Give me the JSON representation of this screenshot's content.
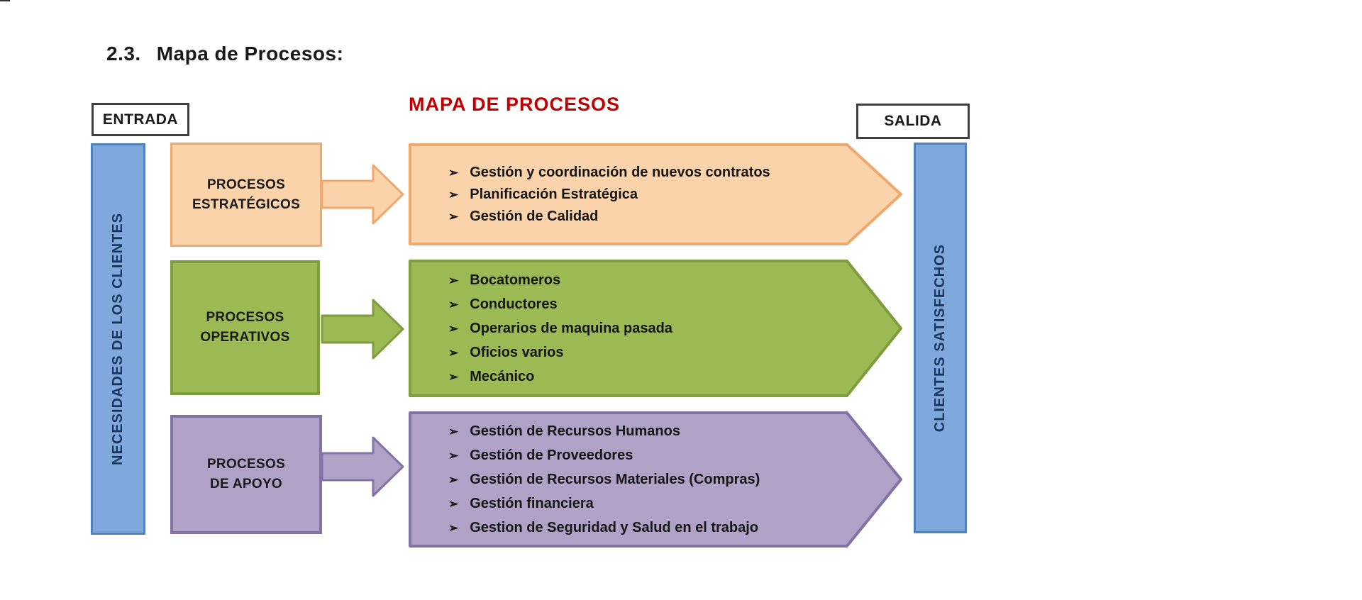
{
  "page": {
    "section_title": {
      "number": "2.3.",
      "text": "Mapa de Procesos:"
    },
    "diagram_title": "MAPA DE PROCESOS"
  },
  "io": {
    "entrada": "ENTRADA",
    "salida": "SALIDA"
  },
  "bars": {
    "left": "NECESIDADES DE LOS CLIENTES",
    "right": "CLIENTES SATISFECHOS"
  },
  "bullet": "➢",
  "rows": [
    {
      "title": "PROCESOS\nESTRATÉGICOS",
      "items": [
        "Gestión y coordinación de nuevos contratos",
        "Planificación Estratégica",
        "Gestión de Calidad"
      ]
    },
    {
      "title": "PROCESOS\nOPERATIVOS",
      "items": [
        "Bocatomeros",
        "Conductores",
        "Operarios de maquina pasada",
        "Oficios varios",
        "Mecánico"
      ]
    },
    {
      "title": "PROCESOS\nDE APOYO",
      "items": [
        "Gestión de Recursos Humanos",
        "Gestión de Proveedores",
        "Gestión de Recursos Materiales (Compras)",
        "Gestión financiera",
        "Gestion de Seguridad y Salud en el trabajo"
      ]
    }
  ],
  "colors": {
    "diagram_title_red": "#c00000",
    "bar_fill_blue": "#7fa9dc",
    "bar_border_blue": "#4f81bd",
    "strategic_fill": "#fbd3ab",
    "strategic_border": "#efa86e",
    "operative_fill": "#9cba54",
    "operative_border": "#7f9c3e",
    "support_fill": "#b0a1c6",
    "support_border": "#8273a6"
  }
}
